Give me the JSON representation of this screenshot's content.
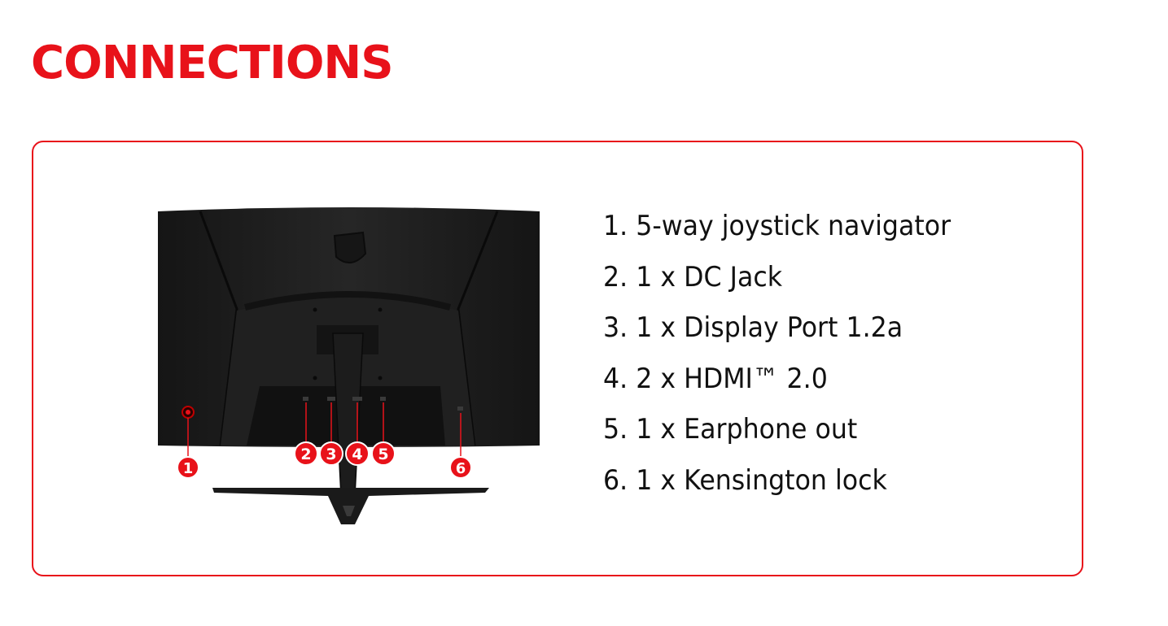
{
  "page": {
    "title": "CONNECTIONS",
    "accent_color": "#e8121a"
  },
  "figure": {
    "markers": [
      "1",
      "2",
      "3",
      "4",
      "5",
      "6"
    ]
  },
  "connections": [
    "1. 5-way joystick navigator",
    "2. 1 x DC Jack",
    "3. 1 x Display Port 1.2a",
    "4. 2 x HDMI™ 2.0",
    "5. 1 x Earphone out",
    "6. 1 x Kensington lock"
  ]
}
